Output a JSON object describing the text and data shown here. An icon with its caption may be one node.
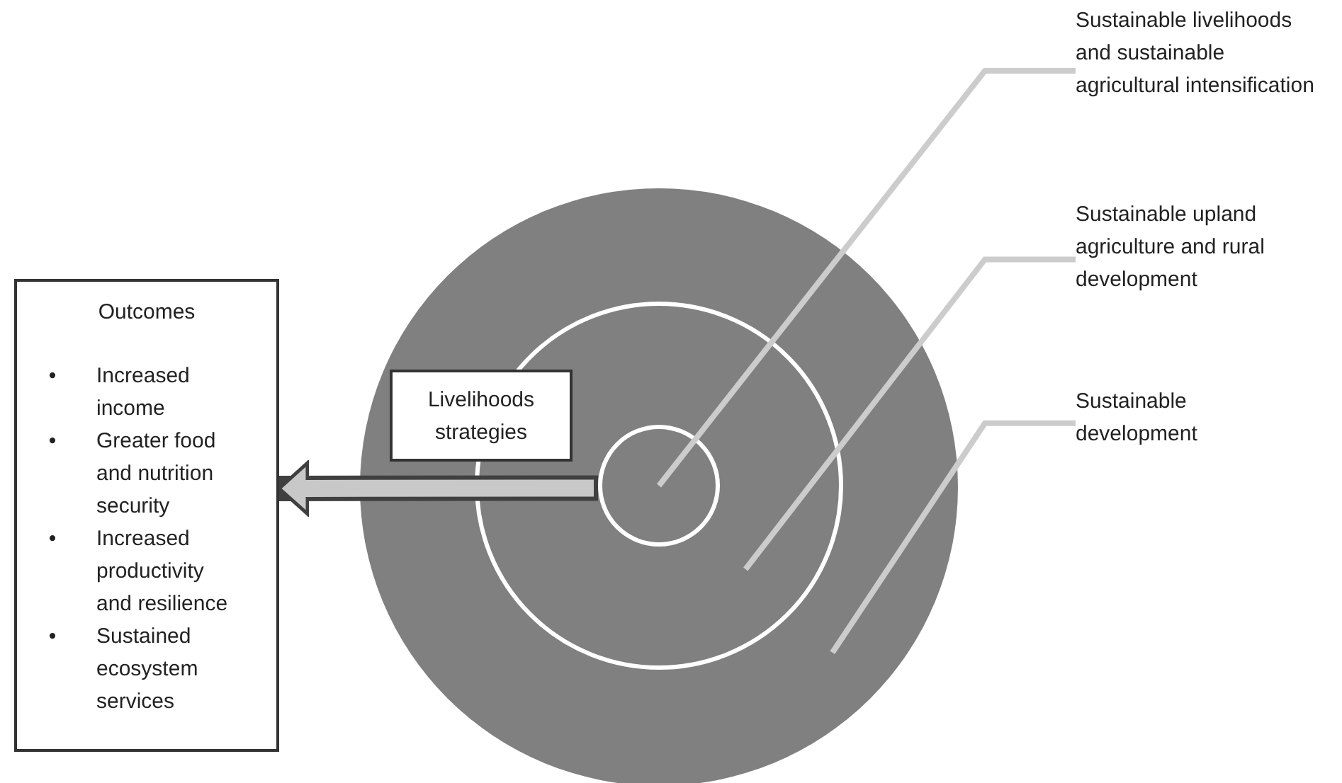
{
  "diagram": {
    "nodes": [
      {
        "text": [
          "Outcomes",
          "•",
          "Increased income",
          "•",
          "Greater food and nutrition security",
          "•",
          "Increased productivity and resilience",
          "•",
          "Sustained ecosystem services"
        ]
      },
      {
        "text": [],
        "shape": "circle"
      },
      {
        "text": [],
        "shape": "circle",
        "in": 1
      },
      {
        "text": [],
        "shape": "circle",
        "in": 2
      },
      {
        "text": [
          "Livelihoods strategies"
        ],
        "in": 1
      },
      {
        "text": [
          "Sustainable livelihoods and sustainable agricultural intensification"
        ]
      },
      {
        "text": [
          "Sustainable upland agriculture and rural development"
        ]
      },
      {
        "text": [
          "Sustainable development"
        ]
      }
    ],
    "edges": [
      {
        "from": 3,
        "to": 0,
        "arrow": "to",
        "style": "thick",
        "color": "#404040"
      },
      {
        "from": 5,
        "to": 3,
        "arrow": "none"
      },
      {
        "from": 6,
        "to": 2,
        "arrow": "none"
      },
      {
        "from": 7,
        "to": 1,
        "arrow": "none"
      }
    ]
  }
}
